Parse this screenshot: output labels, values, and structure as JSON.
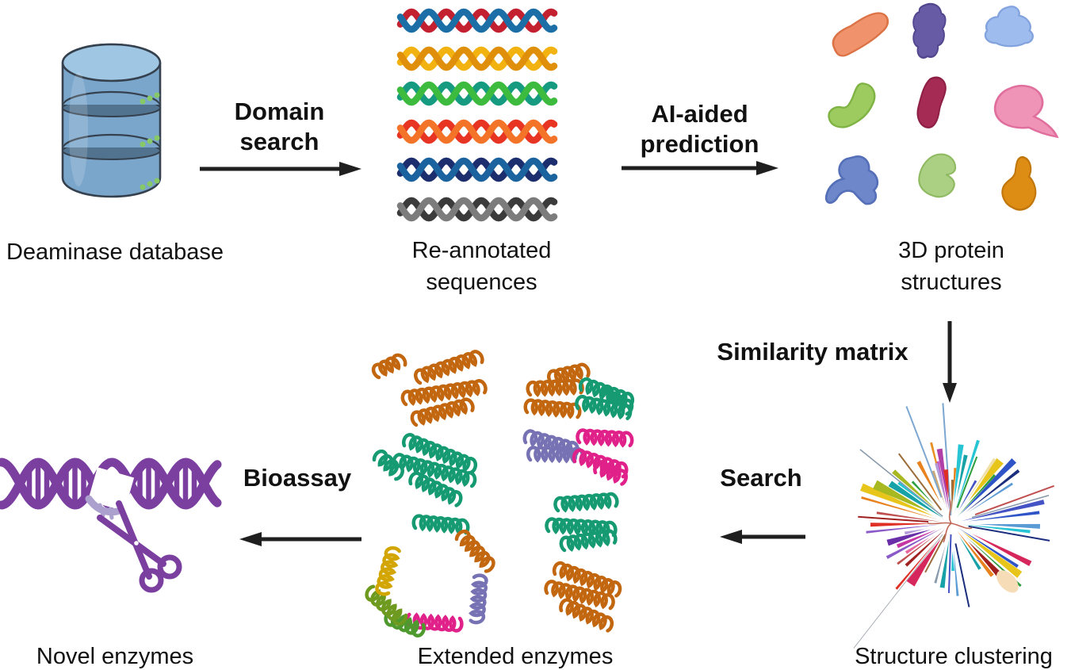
{
  "labels": {
    "database": "Deaminase database",
    "sequences": [
      "Re-annotated",
      "sequences"
    ],
    "structures": [
      "3D protein",
      "structures"
    ],
    "clustering": "Structure clustering",
    "extended": "Extended enzymes",
    "novel": "Novel enzymes",
    "domain_search": [
      "Domain",
      "search"
    ],
    "ai_prediction": [
      "AI-aided",
      "prediction"
    ],
    "similarity": "Similarity matrix",
    "search": "Search",
    "bioassay": "Bioassay"
  },
  "colors": {
    "text": "#111111",
    "arrow": "#1f1f1f",
    "background": "#ffffff"
  },
  "database_icon": {
    "body": "#7BA6CB",
    "top": "#9FC6E2",
    "groove": "#51738F",
    "outline": "#35414E",
    "dots": "#86C966",
    "highlight": "rgba(255,255,255,0.16)"
  },
  "helix_strands": [
    {
      "a": "#C32030",
      "b": "#1C6FA6"
    },
    {
      "a": "#F2B311",
      "b": "#DF8F0A"
    },
    {
      "a": "#179B80",
      "b": "#3DBB3F"
    },
    {
      "a": "#E83423",
      "b": "#F37329"
    },
    {
      "a": "#1D2E6E",
      "b": "#1A639F"
    },
    {
      "a": "#3B3B3B",
      "b": "#7C7C7C"
    }
  ],
  "protein_blobs": [
    {
      "fill": "#F0926B",
      "stroke": "#DC7347"
    },
    {
      "fill": "#665BA4",
      "stroke": "#52478E"
    },
    {
      "fill": "#9FBCEE",
      "stroke": "#82A3DE"
    },
    {
      "fill": "#9DCB60",
      "stroke": "#7FB344"
    },
    {
      "fill": "#A52B55",
      "stroke": "#8E1F44"
    },
    {
      "fill": "#EF93B7",
      "stroke": "#E06F9D"
    },
    {
      "fill": "#6E87CB",
      "stroke": "#5570B8"
    },
    {
      "fill": "#ABD083",
      "stroke": "#8FBA62"
    },
    {
      "fill": "#DE8D14",
      "stroke": "#C0760A"
    }
  ],
  "ribbon_colors": {
    "orange": "#C2670F",
    "teal": "#159A71",
    "slate": "#7672B3",
    "magenta": "#E0218A",
    "olive": "#6E9A1F",
    "yellow": "#D2A500",
    "green": "#4E9A2E"
  },
  "starburst": {
    "rays": [
      [
        -94,
        152,
        2,
        "#7BA7D0"
      ],
      [
        -99,
        95,
        7,
        "#B03FA8"
      ],
      [
        -103,
        80,
        5,
        "#C84FC0"
      ],
      [
        -96,
        68,
        6,
        "#E03025"
      ],
      [
        -88,
        55,
        4,
        "#9C6B3A"
      ],
      [
        -104,
        105,
        3,
        "#E89022"
      ],
      [
        -83,
        100,
        7,
        "#27C4D4"
      ],
      [
        -78,
        88,
        5,
        "#17A2A8"
      ],
      [
        -72,
        110,
        4,
        "#27C4D4"
      ],
      [
        -69,
        90,
        2,
        "#2E9E3E"
      ],
      [
        -86,
        70,
        3,
        "#E8821E"
      ],
      [
        -52,
        100,
        11,
        "#E8C51B"
      ],
      [
        -45,
        112,
        8,
        "#2E54C8"
      ],
      [
        -38,
        108,
        4,
        "#1B2E7E"
      ],
      [
        -56,
        98,
        4,
        "#F0E0A8"
      ],
      [
        -48,
        82,
        3,
        "#2E9E3E"
      ],
      [
        -60,
        62,
        3,
        "#4453C4"
      ],
      [
        -33,
        92,
        3,
        "#5B9BD5"
      ],
      [
        -20,
        138,
        2,
        "#C05050"
      ],
      [
        -13,
        120,
        6,
        "#4453C4"
      ],
      [
        -7,
        112,
        4,
        "#2E54C8"
      ],
      [
        -16,
        128,
        1.5,
        "#8899AA"
      ],
      [
        2,
        112,
        6,
        "#5B9BD5"
      ],
      [
        6,
        100,
        4,
        "#27C4D4"
      ],
      [
        10,
        126,
        2,
        "#1B2E7E"
      ],
      [
        27,
        112,
        7,
        "#D6275C"
      ],
      [
        33,
        100,
        4,
        "#2E54C8"
      ],
      [
        37,
        108,
        10,
        "#E8C51B"
      ],
      [
        42,
        118,
        3,
        "#2E9E3E"
      ],
      [
        47,
        92,
        8,
        "#A02020"
      ],
      [
        52,
        84,
        5,
        "#E8821E"
      ],
      [
        58,
        68,
        4,
        "#17A2A8"
      ],
      [
        78,
        108,
        2,
        "#1B2E7E"
      ],
      [
        85,
        92,
        3,
        "#5B9BD5"
      ],
      [
        92,
        88,
        2,
        "#4453C4"
      ],
      [
        98,
        82,
        6,
        "#17A2A8"
      ],
      [
        105,
        78,
        3,
        "#8899AA"
      ],
      [
        88,
        60,
        4,
        "#27C4D4"
      ],
      [
        118,
        70,
        2,
        "#9C6B3A"
      ],
      [
        124,
        92,
        12,
        "#D6275C"
      ],
      [
        130,
        108,
        3,
        "#E03025"
      ],
      [
        137,
        78,
        4,
        "#A02020"
      ],
      [
        128,
        200,
        1,
        "#AAB0B8"
      ],
      [
        143,
        85,
        3,
        "#C05050"
      ],
      [
        147,
        68,
        4,
        "#E8679E"
      ],
      [
        152,
        92,
        4,
        "#8A5BC8"
      ],
      [
        157,
        74,
        5,
        "#C637A4"
      ],
      [
        163,
        84,
        8,
        "#6A2FA8"
      ],
      [
        168,
        60,
        4,
        "#B39BD8"
      ],
      [
        174,
        108,
        3,
        "#8A5BC8"
      ],
      [
        179,
        102,
        5,
        "#E03025"
      ],
      [
        184,
        118,
        2,
        "#A02020"
      ],
      [
        188,
        95,
        3,
        "#C05050"
      ],
      [
        196,
        118,
        3,
        "#E8821E"
      ],
      [
        202,
        122,
        10,
        "#E8C51B"
      ],
      [
        207,
        108,
        12,
        "#A8B820"
      ],
      [
        213,
        92,
        8,
        "#17A2A8"
      ],
      [
        218,
        84,
        5,
        "#27C4D4"
      ],
      [
        222,
        98,
        6,
        "#A8B820"
      ],
      [
        227,
        72,
        3,
        "#2E9E3E"
      ],
      [
        219,
        148,
        1.5,
        "#8899AA"
      ],
      [
        233,
        110,
        2,
        "#9C6B3A"
      ],
      [
        242,
        88,
        5,
        "#E8821E"
      ],
      [
        249,
        158,
        2,
        "#7BA7D0"
      ],
      [
        256,
        78,
        4,
        "#B39BD8"
      ],
      [
        251,
        70,
        3,
        "#C8A878"
      ]
    ],
    "blob": {
      "a": 46,
      "l": 102,
      "rx": 17,
      "ry": 10,
      "c": "#F7DCB8"
    },
    "core": "#C06858"
  },
  "novel_icon": {
    "helix": "#7B3FA0",
    "fragment": "#ACA0CF"
  }
}
